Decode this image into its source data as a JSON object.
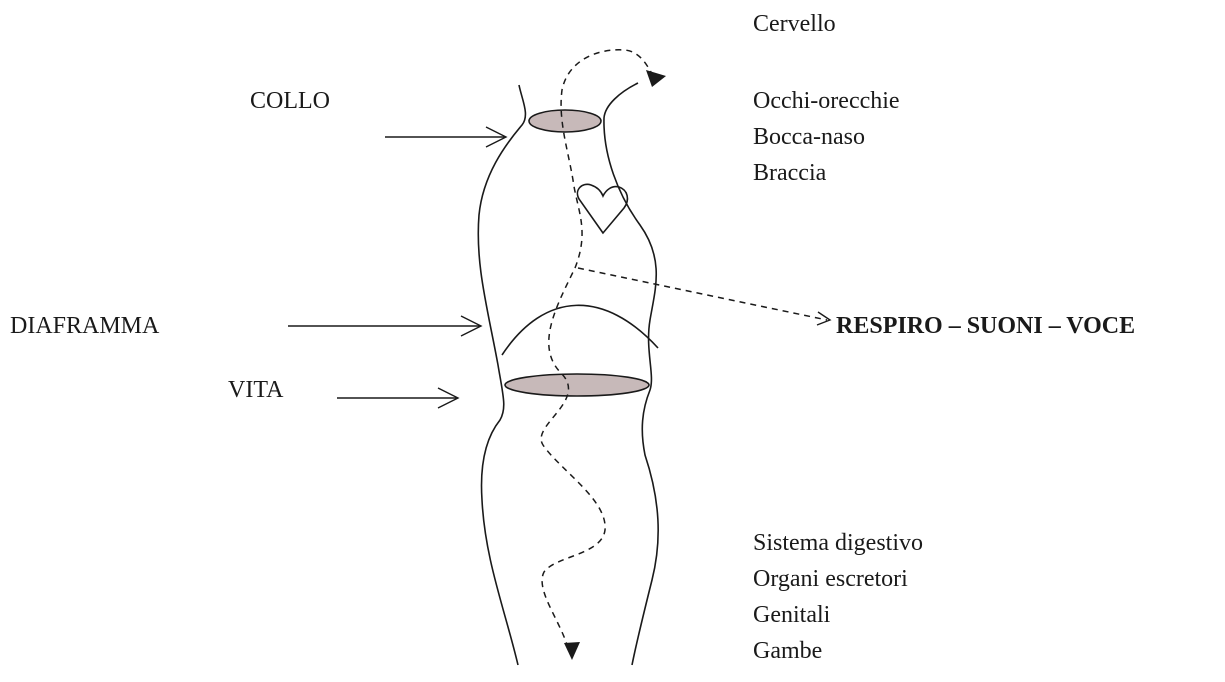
{
  "labels": {
    "collo": "COLLO",
    "diaframma": "DIAFRAMMA",
    "vita": "VITA",
    "respiro": "RESPIRO – SUONI – VOCE"
  },
  "upper_list": {
    "title": "Cervello",
    "items": [
      "Occhi-orecchie",
      "Bocca-naso",
      "Braccia"
    ]
  },
  "lower_list": {
    "items": [
      "Sistema digestivo",
      "Organi escretori",
      "Genitali",
      "Gambe"
    ]
  },
  "colors": {
    "band_fill": "#c7b9b9",
    "stroke": "#1a1a1a"
  }
}
